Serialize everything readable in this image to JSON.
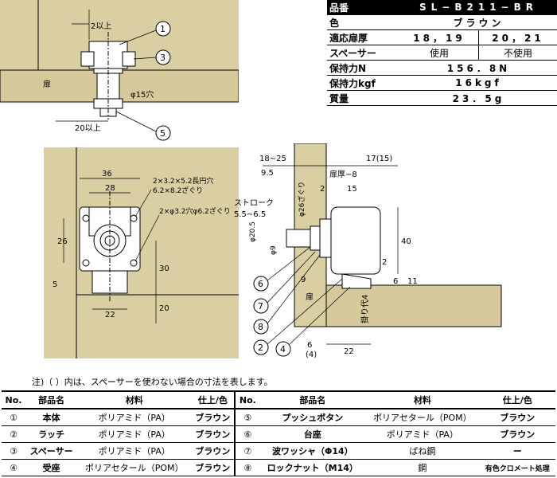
{
  "spec": {
    "model_label": "品番",
    "model_value": "SL−B211−BR",
    "color_label": "色",
    "color_value": "ブラウン",
    "door_label": "適応扉厚",
    "door_a": "18，19",
    "door_b": "20，21",
    "spacer_label": "スペーサー",
    "spacer_a": "使用",
    "spacer_b": "不使用",
    "force_n_label": "保持力N",
    "force_n_value": "156．8N",
    "force_kgf_label": "保持力kgf",
    "force_kgf_value": "16kgf",
    "mass_label": "質量",
    "mass_value": "23．5g"
  },
  "top_drawing": {
    "dim_2": "2以上",
    "door": "扉",
    "hole": "φ15穴",
    "dim_20": "20以上",
    "callouts": [
      "1",
      "3",
      "5"
    ]
  },
  "front_drawing": {
    "dim_36": "36",
    "dim_28": "28",
    "dim_26": "26",
    "dim_5": "5",
    "dim_30": "30",
    "dim_20": "20",
    "dim_22": "22",
    "slot_note_1": "2×3.2×5.2長円穴",
    "slot_note_2": "6.2×8.2ざぐり",
    "hole_note": "2×φ3.2穴φ6.2ざぐり"
  },
  "side_drawing": {
    "dim_18_25": "18∼25",
    "dim_17": "17(15)",
    "dim_9_5": "9.5",
    "door_thick": "扉厚−8",
    "dim_2": "2",
    "dim_15": "15",
    "stroke": "ストローク",
    "stroke_range": "5.5∼6.5",
    "counterbore": "φ26ざぐり",
    "dia_20_5": "φ20.5",
    "dia_9": "φ9",
    "dim_40": "40",
    "dim_2b": "2",
    "dim_6": "6",
    "dim_11": "11",
    "dim_9": "9",
    "door": "扉",
    "overlap": "掛り代4",
    "dim_6b": "6",
    "dim_4": "(4)",
    "dim_22": "22",
    "callouts": [
      "6",
      "7",
      "8",
      "2",
      "4"
    ]
  },
  "note": "注)（ ）内は、スペーサーを使わない場合の寸法を表します。",
  "parts": {
    "headers": [
      "No.",
      "部品名",
      "材料",
      "仕上/色"
    ],
    "rows": [
      {
        "no": "①",
        "name": "本体",
        "material": "ポリアミド（PA）",
        "finish": "ブラウン",
        "no2": "⑤",
        "name2": "プッシュボタン",
        "material2": "ポリアセタール（POM）",
        "finish2": "ブラウン"
      },
      {
        "no": "②",
        "name": "ラッチ",
        "material": "ポリアミド（PA）",
        "finish": "ブラウン",
        "no2": "⑥",
        "name2": "台座",
        "material2": "ポリアミド（PA）",
        "finish2": "ブラウン"
      },
      {
        "no": "③",
        "name": "スペーサー",
        "material": "ポリアミド（PA）",
        "finish": "ブラウン",
        "no2": "⑦",
        "name2": "波ワッシャ（Φ14）",
        "material2": "ばね鋼",
        "finish2": "ー"
      },
      {
        "no": "④",
        "name": "受座",
        "material": "ポリアセタール（POM）",
        "finish": "ブラウン",
        "no2": "⑧",
        "name2": "ロックナット（M14）",
        "material2": "鋼",
        "finish2": "有色クロメート処理"
      }
    ]
  }
}
